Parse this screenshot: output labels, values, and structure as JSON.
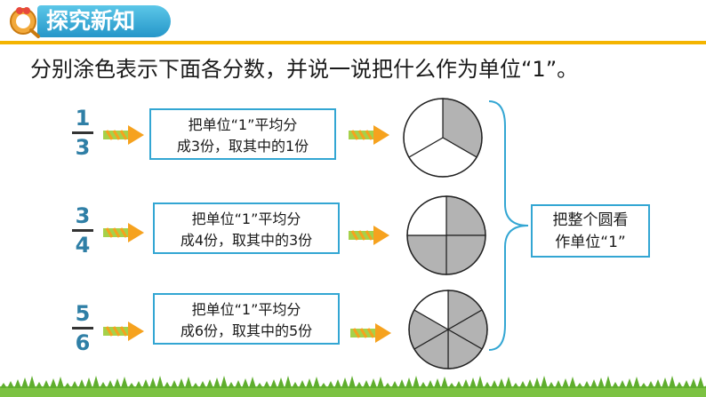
{
  "header": {
    "title": "探究新知"
  },
  "instruction": "分别涂色表示下面各分数，并说一说把什么作为单位“1”。",
  "rows": [
    {
      "numerator": "1",
      "denominator": "3",
      "parts": 3,
      "shaded": 1,
      "box_line1": "把单位“1”平均分",
      "box_line2": "成3份，取其中的1份"
    },
    {
      "numerator": "3",
      "denominator": "4",
      "parts": 4,
      "shaded": 3,
      "box_line1": "把单位“1”平均分",
      "box_line2": "成4份，取其中的3份"
    },
    {
      "numerator": "5",
      "denominator": "6",
      "parts": 6,
      "shaded": 5,
      "box_line1": "把单位“1”平均分",
      "box_line2": "成6份，取其中的5份"
    }
  ],
  "side_box": {
    "line1": "把整个圆看",
    "line2": "作单位“1”"
  },
  "colors": {
    "accent": "#33a6d3",
    "shade": "#b3b3b3",
    "arrow": "#f6a21e",
    "header": "#2596c9"
  }
}
